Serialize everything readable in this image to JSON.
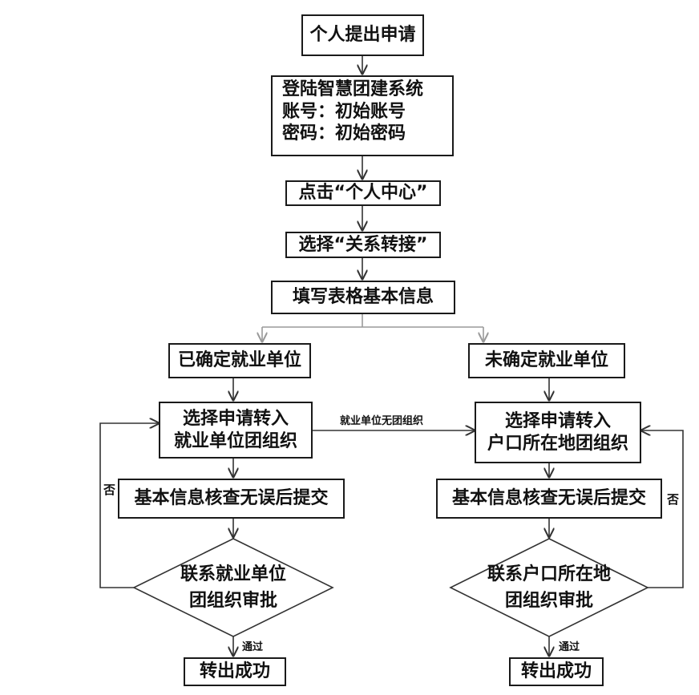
{
  "nodes": {
    "apply": "个人提出申请",
    "login_title": "登陆智慧团建系统",
    "login_account": "账号：初始账号",
    "login_password": "密码：初始密码",
    "click_center": "点击“个人中心”",
    "select_transfer": "选择“关系转接”",
    "fill_form": "填写表格基本信息",
    "employer_confirmed": "已确定就业单位",
    "employer_unconfirmed": "未确定就业单位",
    "select_employer_org_line1": "选择申请转入",
    "select_employer_org_line2": "就业单位团组织",
    "select_household_org_line1": "选择申请转入",
    "select_household_org_line2": "户口所在地团组织",
    "submit_left": "基本信息核查无误后提交",
    "submit_right": "基本信息核查无误后提交",
    "approve_left_line1": "联系就业单位",
    "approve_left_line2": "团组织审批",
    "approve_right_line1": "联系户口所在地",
    "approve_right_line2": "团组织审批",
    "success_left": "转出成功",
    "success_right": "转出成功"
  },
  "edge_labels": {
    "no_employer_org": "就业单位无团组织",
    "reject_left": "否",
    "reject_right": "否",
    "pass_left": "通过",
    "pass_right": "通过"
  },
  "colors": {
    "line": "#333333",
    "branch_line": "#9a9a9a",
    "text": "#111111"
  }
}
